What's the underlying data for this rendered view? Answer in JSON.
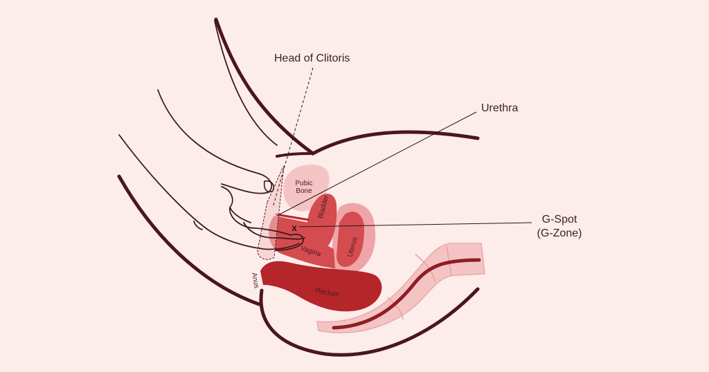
{
  "labels": {
    "head_of_clitoris": "Head of Clitoris",
    "urethra": "Urethra",
    "g_spot_line1": "G-Spot",
    "g_spot_line2": "(G-Zone)",
    "pubic_bone_line1": "Pubic",
    "pubic_bone_line2": "Bone",
    "bladder": "Bladder",
    "uterus": "Uterus",
    "vagina": "Vagina",
    "rectum": "Rectum",
    "anus": "Anus",
    "marker": "X"
  },
  "colors": {
    "background": "#fcecea",
    "outline": "#4a1520",
    "pale_pink": "#f4c4c4",
    "mid_red": "#d44c50",
    "dark_red": "#b4262a",
    "light_tissue": "#f6d2d0"
  }
}
